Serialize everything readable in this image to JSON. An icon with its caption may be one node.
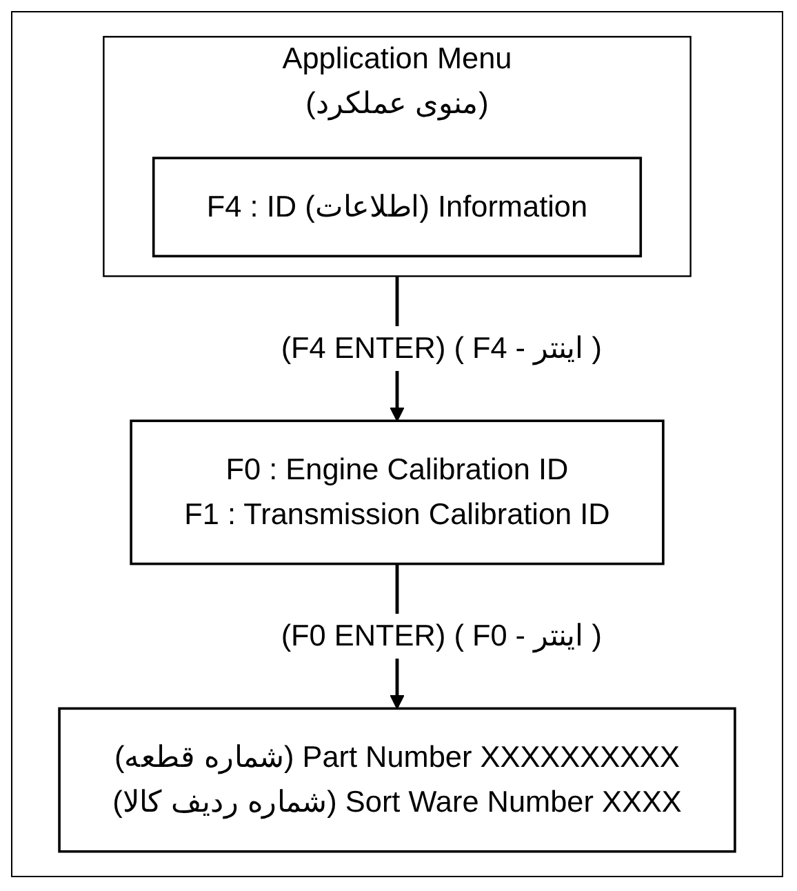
{
  "diagram": {
    "nodes": [
      {
        "text": [
          "Application Menu",
          "(منوی عملکرد)"
        ]
      },
      {
        "text": [
          "F4 : ID (اطلاعات) Information"
        ],
        "in": 0
      },
      {
        "text": [
          "F0 : Engine Calibration ID",
          "F1 : Transmission Calibration ID"
        ]
      },
      {
        "text": [
          "(شماره قطعه) Part Number XXXXXXXXXX",
          "(شماره ردیف کالا) Sort Ware Number XXXX"
        ]
      }
    ],
    "edges": [
      {
        "from": 0,
        "to": 2,
        "arrow": "to",
        "label": "(F4 ENTER) ( F4 - اینتر )"
      },
      {
        "from": 2,
        "to": 3,
        "arrow": "to",
        "label": "(F0 ENTER) ( F0 - اینتر )"
      }
    ]
  }
}
